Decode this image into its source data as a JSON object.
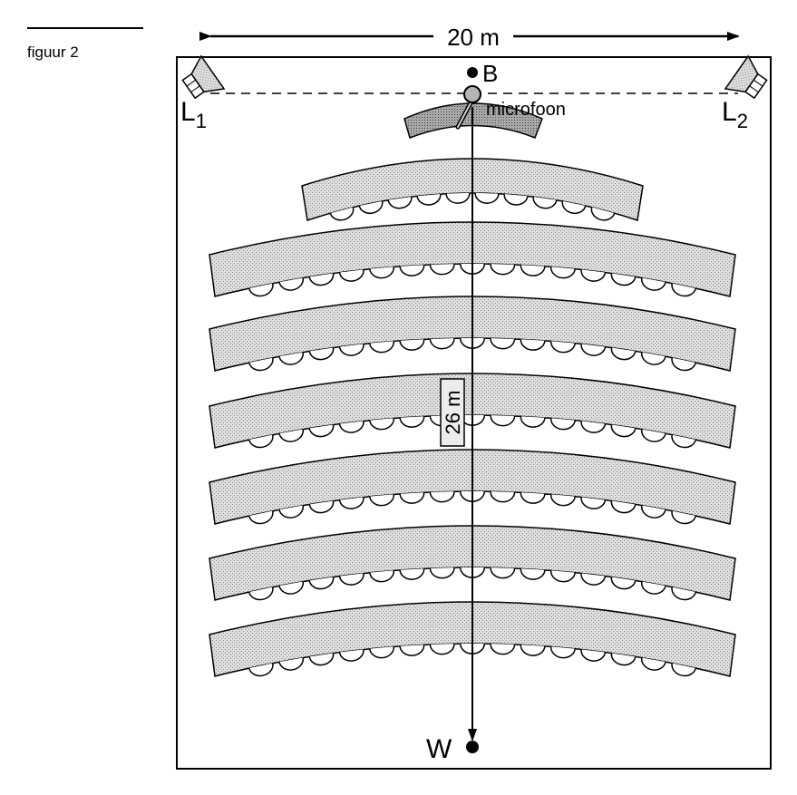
{
  "figure_label": "figuur 2",
  "dimensions": {
    "width_label": "20 m",
    "length_label": "26 m"
  },
  "points": {
    "b_label": "B",
    "w_label": "W"
  },
  "speakers": {
    "left": {
      "letter": "L",
      "sub": "1"
    },
    "right": {
      "letter": "L",
      "sub": "2"
    }
  },
  "microphone_label": "microfoon",
  "audience_rows": 7,
  "colors": {
    "ink": "#000000",
    "row_fill": "#d6d6d6",
    "stage_fill": "#9a9a9a",
    "mic_fill": "#b5b5b5",
    "seat_fill": "#ffffff"
  }
}
